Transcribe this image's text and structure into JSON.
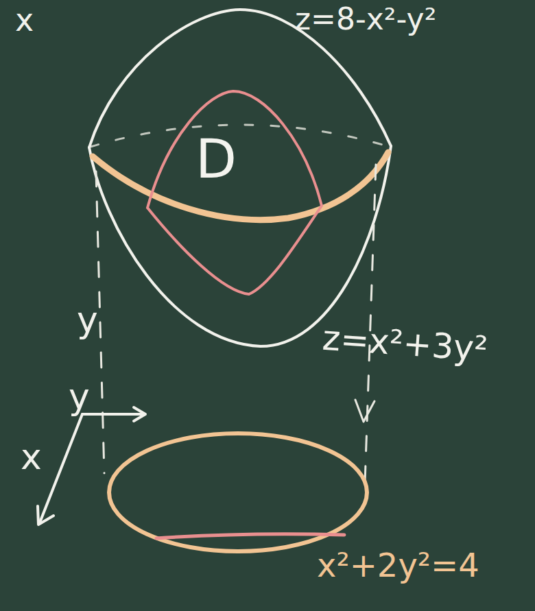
{
  "diagram": {
    "nodes": [
      {
        "text": [
          "D"
        ]
      }
    ],
    "labels": [
      "x",
      "z=8-x²-y²",
      "y",
      "y",
      "x",
      "z=x²+3y²",
      "x²+2y²=4"
    ]
  }
}
